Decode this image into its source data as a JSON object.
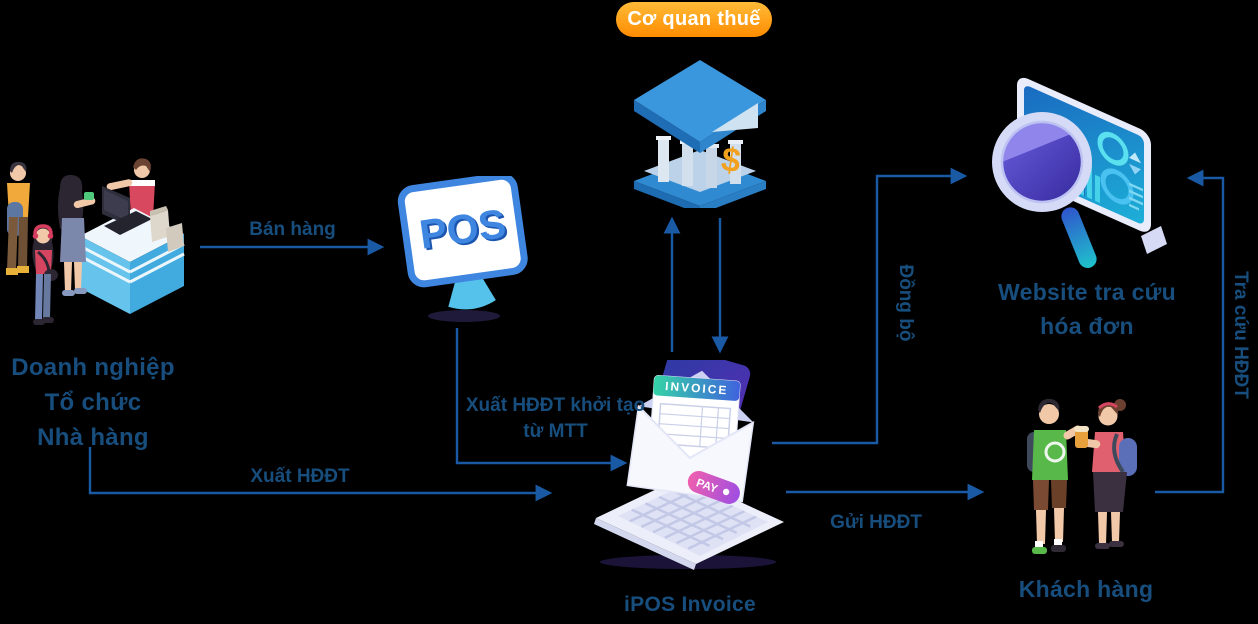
{
  "diagram": {
    "colors": {
      "accent_orange": "#ff8c00",
      "line_blue": "#1a5aa5",
      "text_navy": "#174e7d"
    },
    "nodes": {
      "tax_authority": {
        "badge_label": "Cơ quan thuế",
        "icon": "bank-icon",
        "dollar_glyph": "$"
      },
      "business": {
        "label_lines": [
          "Doanh nghiệp",
          "Tổ chức",
          "Nhà hàng"
        ],
        "icon": "checkout-counter-illustration"
      },
      "pos": {
        "screen_label": "POS",
        "icon": "pos-monitor-icon"
      },
      "invoice_system": {
        "label": "iPOS Invoice",
        "icon": "laptop-envelope-icon",
        "invoice_header": "INVOICE",
        "pay_label": "PAY"
      },
      "lookup_website": {
        "label_lines": [
          "Website tra cứu",
          "hóa đơn"
        ],
        "icon": "search-dashboard-icon"
      },
      "customer": {
        "label": "Khách hàng",
        "icon": "customers-illustration"
      }
    },
    "flows": {
      "ban_hang": {
        "label": "Bán hàng"
      },
      "xuat_hddt_mtt": {
        "label_lines": [
          "Xuất HĐĐT khởi tạo",
          "từ MTT"
        ]
      },
      "xuat_hddt": {
        "label": "Xuất HĐĐT"
      },
      "dong_bo": {
        "label": "Đồng bộ"
      },
      "gui_hddt": {
        "label": "Gửi HĐĐT"
      },
      "tra_cuu_hddt": {
        "label": "Tra cứu HĐĐT"
      }
    }
  }
}
